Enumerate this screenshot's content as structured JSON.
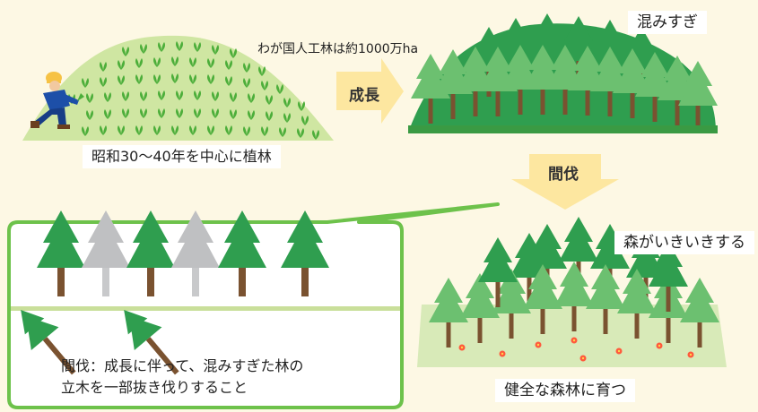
{
  "labels": {
    "planting": "昭和30〜40年を中心に植林",
    "area": "わが国人工林は約1000万ha",
    "growth": "成長",
    "crowded": "混みすぎ",
    "thinning": "間伐",
    "lively": "森がいきいきする",
    "healthy": "健全な森林に育つ"
  },
  "definition": {
    "line1": "間伐：成長に伴って、混みすぎた林の",
    "line2": "立木を一部抜き伐りすること"
  },
  "colors": {
    "background": "#fdf8e4",
    "hill": "#cfe6a2",
    "seedling": "#4cae3a",
    "tree_dark": "#2f9e4f",
    "tree_light": "#6cc070",
    "trunk": "#7a5230",
    "cut_tree": "#b9babc",
    "arrow": "#fde7a0",
    "callout_border": "#6dc24b"
  }
}
